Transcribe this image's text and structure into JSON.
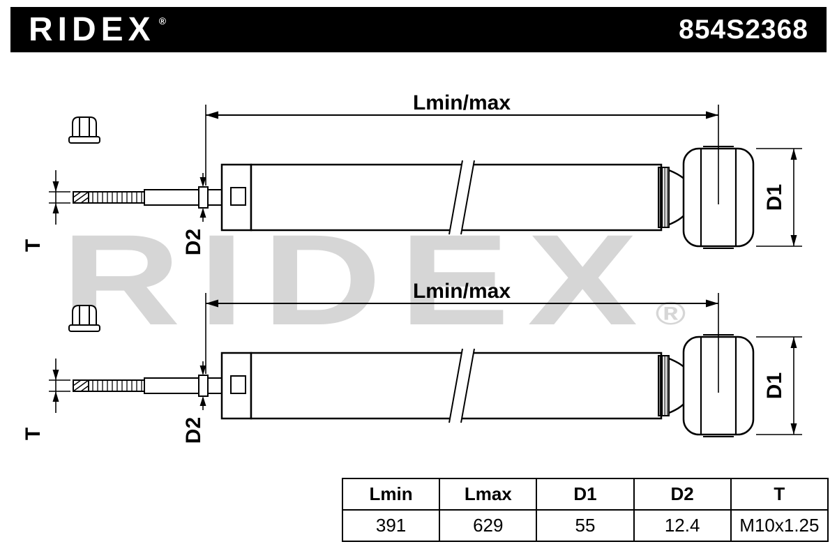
{
  "header": {
    "brand": "RIDEX",
    "registered_mark": "®",
    "part_number": "854S2368"
  },
  "watermark": {
    "brand": "RIDEX",
    "registered_mark": "®"
  },
  "drawing": {
    "labels": {
      "length": "Lmin/max",
      "thread": "T",
      "eye_diameter": "D1",
      "rod_diameter": "D2"
    }
  },
  "spec_table": {
    "headers": [
      "Lmin",
      "Lmax",
      "D1",
      "D2",
      "T"
    ],
    "values": [
      "391",
      "629",
      "55",
      "12.4",
      "M10x1.25"
    ]
  },
  "colors": {
    "header_background": "#000000",
    "header_text": "#ffffff",
    "line_color": "#000000",
    "watermark_gray": "#d6d6d6"
  }
}
